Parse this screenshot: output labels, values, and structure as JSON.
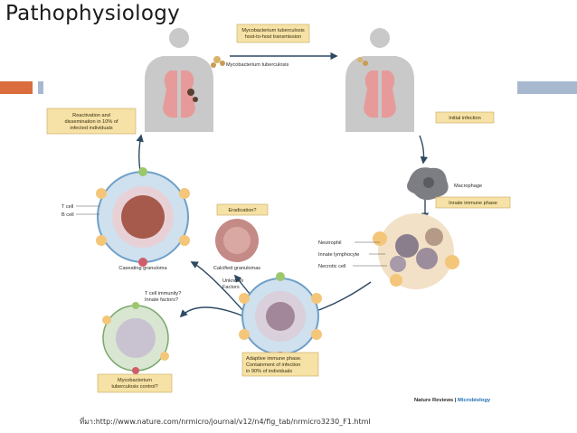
{
  "slide": {
    "title": "Pathophysiology",
    "source_caption": "ที่มา:http://www.nature.com/nrmicro/journal/v12/n4/fig_tab/nrmicro3230_F1.html"
  },
  "figure": {
    "transmission_box": [
      "Mycobacterium tuberculosis",
      "host-to-host transmission"
    ],
    "bacteria_label": "Mycobacterium tuberculosis",
    "reactivation_box": [
      "Reactivation and",
      "dissemination in 10% of",
      "infected individuals"
    ],
    "initial_infection_box": "Initial infection",
    "macrophage_label": "Macrophage",
    "innate_phase_box": "Innate immune phase",
    "neutrophil_label": "Neutrophil",
    "innate_lymphocyte_label": "Innate lymphocyte",
    "necrotic_cell_label": "Necrotic cell",
    "t_cell_label": "T cell",
    "b_cell_label": "B cell",
    "caseating_label": "Caseating granuloma",
    "eradication_box": "Eradication?",
    "calcified_label": "Calcified granulomas",
    "unknown_factors_label": [
      "Unknown",
      "Factors"
    ],
    "t_cell_immunity_label": [
      "T cell immunity?",
      "Innate factors?"
    ],
    "adaptive_phase_box": [
      "Adaptive immune phase.",
      "Containment of infection",
      "in 90% of individuals"
    ],
    "control_box": [
      "Mycobacterium",
      "tuberculosis control?"
    ],
    "credit_left": "Nature Reviews",
    "credit_sep": " | ",
    "credit_right": "Microbiology"
  },
  "colors": {
    "accent_orange": "#d96d3e",
    "accent_blue": "#a8b9cf",
    "box_fill": "#f6e2a6",
    "arrow": "#2e4a63",
    "lung": "#e79a9a",
    "credit_blue": "#1f6fb4"
  }
}
